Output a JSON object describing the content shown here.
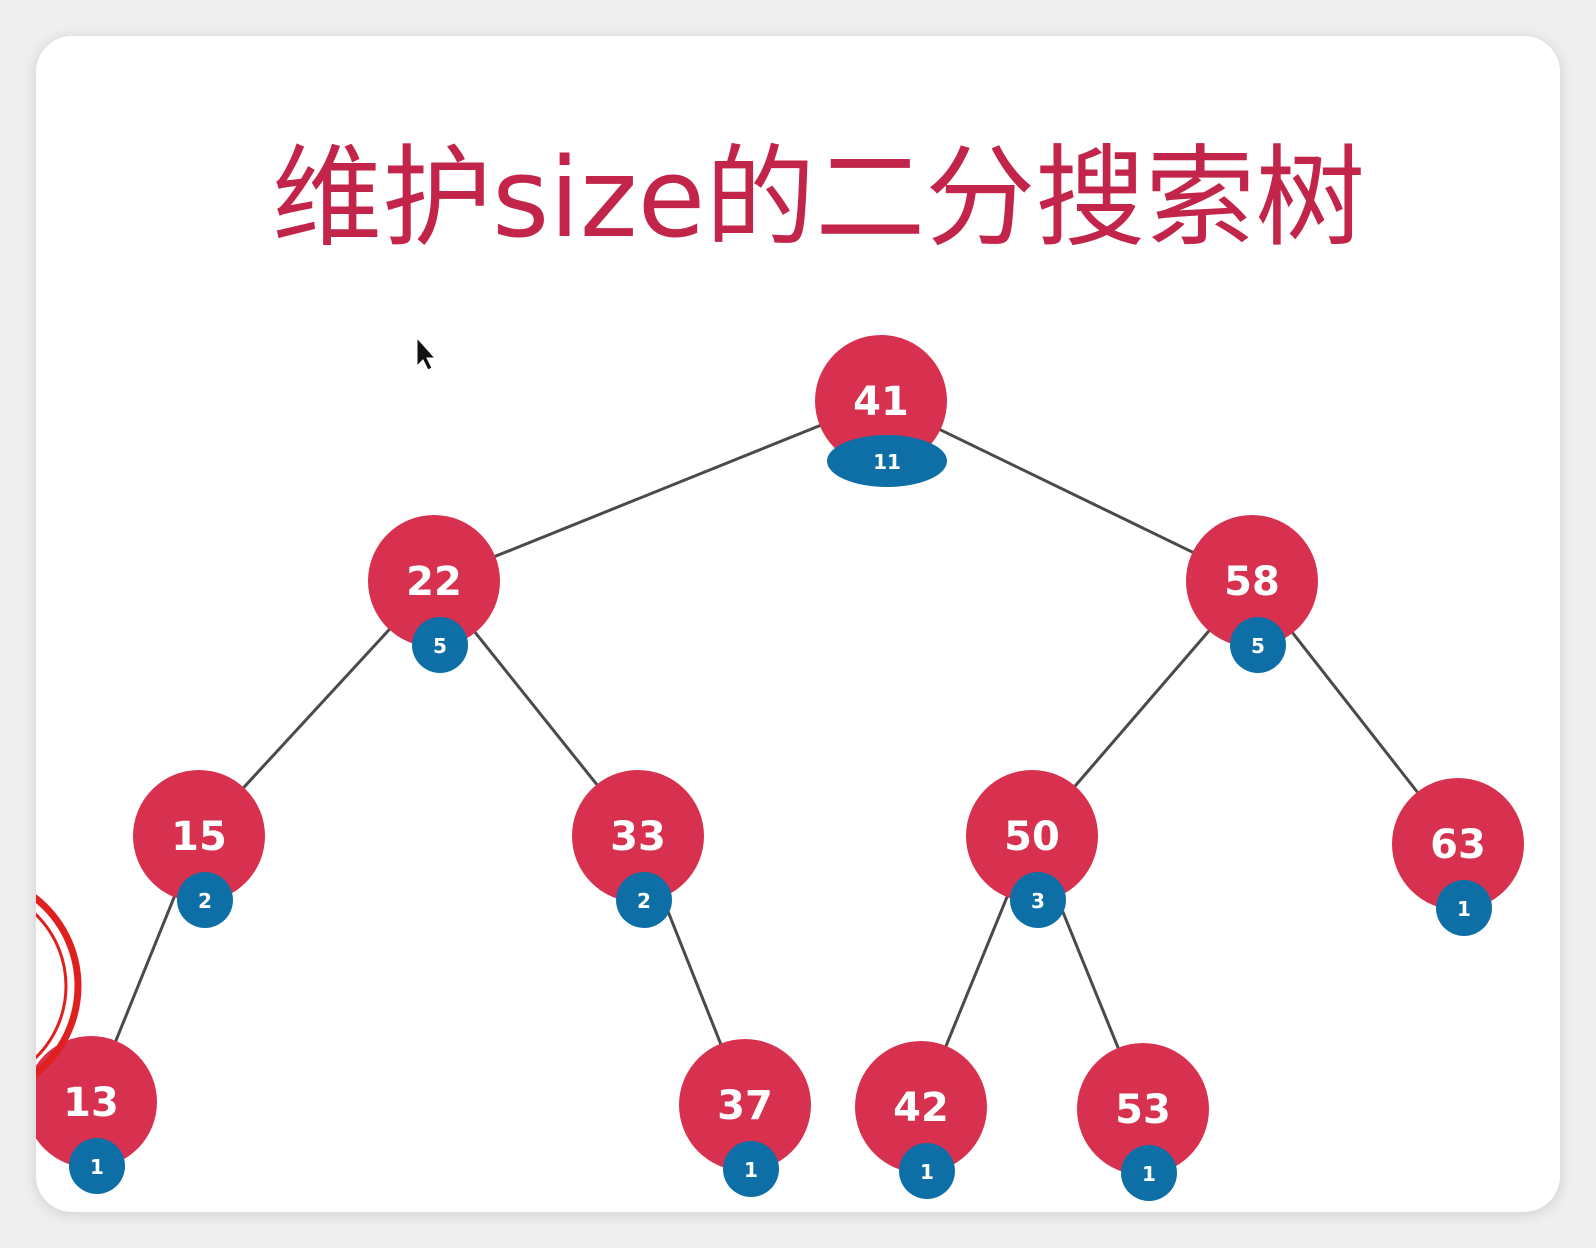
{
  "title": "维护size的二分搜索树",
  "colors": {
    "title": "#c2244a",
    "node_fill": "#d8304f",
    "size_badge_fill": "#0e6fa6",
    "edge": "#4a4a4a",
    "annotation": "#e0201e"
  },
  "tree": {
    "nodes": [
      {
        "key": "41",
        "size": "11"
      },
      {
        "key": "22",
        "size": "5"
      },
      {
        "key": "58",
        "size": "5"
      },
      {
        "key": "15",
        "size": "2"
      },
      {
        "key": "33",
        "size": "2"
      },
      {
        "key": "50",
        "size": "3"
      },
      {
        "key": "63",
        "size": "1"
      },
      {
        "key": "13",
        "size": "1"
      },
      {
        "key": "37",
        "size": "1"
      },
      {
        "key": "42",
        "size": "1"
      },
      {
        "key": "53",
        "size": "1"
      }
    ],
    "edges": [
      [
        "41",
        "22"
      ],
      [
        "41",
        "58"
      ],
      [
        "22",
        "15"
      ],
      [
        "22",
        "33"
      ],
      [
        "58",
        "50"
      ],
      [
        "58",
        "63"
      ],
      [
        "15",
        "13"
      ],
      [
        "33",
        "37"
      ],
      [
        "50",
        "42"
      ],
      [
        "50",
        "53"
      ]
    ]
  }
}
